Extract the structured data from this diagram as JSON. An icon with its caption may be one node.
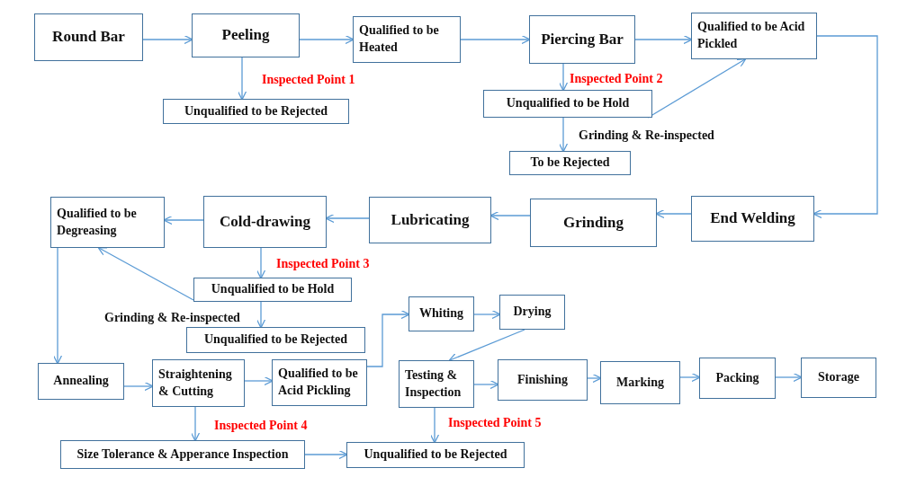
{
  "diagram": {
    "nodes": [
      {
        "text": [
          "Round Bar"
        ]
      },
      {
        "text": [
          "Peeling"
        ]
      },
      {
        "text": [
          "Qualified to be Heated"
        ]
      },
      {
        "text": [
          "Piercing Bar"
        ]
      },
      {
        "text": [
          "Qualified to be Acid Pickled"
        ]
      },
      {
        "text": [
          "Unqualified to be Rejected"
        ]
      },
      {
        "text": [
          "Unqualified to be Hold"
        ]
      },
      {
        "text": [
          "To be Rejected"
        ]
      },
      {
        "text": [
          "End Welding"
        ]
      },
      {
        "text": [
          "Grinding"
        ]
      },
      {
        "text": [
          "Lubricating"
        ]
      },
      {
        "text": [
          "Cold-drawing"
        ]
      },
      {
        "text": [
          "Qualified to be Degreasing"
        ]
      },
      {
        "text": [
          "Unqualified to be Hold"
        ]
      },
      {
        "text": [
          "Unqualified to be Rejected"
        ]
      },
      {
        "text": [
          "Annealing"
        ]
      },
      {
        "text": [
          "Straightening & Cutting"
        ]
      },
      {
        "text": [
          "Qualified to be Acid Pickling"
        ]
      },
      {
        "text": [
          "Whiting"
        ]
      },
      {
        "text": [
          "Drying"
        ]
      },
      {
        "text": [
          "Testing & Inspection"
        ]
      },
      {
        "text": [
          "Finishing"
        ]
      },
      {
        "text": [
          "Marking"
        ]
      },
      {
        "text": [
          "Packing"
        ]
      },
      {
        "text": [
          "Storage"
        ]
      },
      {
        "text": [
          "Size Tolerance & Apperance Inspection"
        ]
      },
      {
        "text": [
          "Unqualified to be Rejected"
        ]
      }
    ],
    "edges": [
      {
        "from": 0,
        "to": 1,
        "arrow": "to"
      },
      {
        "from": 1,
        "to": 2,
        "arrow": "to"
      },
      {
        "from": 2,
        "to": 3,
        "arrow": "to"
      },
      {
        "from": 3,
        "to": 4,
        "arrow": "to"
      },
      {
        "from": 1,
        "to": 5,
        "arrow": "to",
        "label": "Inspected Point 1"
      },
      {
        "from": 3,
        "to": 6,
        "arrow": "to",
        "label": "Inspected Point 2"
      },
      {
        "from": 6,
        "to": 7,
        "arrow": "to"
      },
      {
        "from": 6,
        "to": 4,
        "arrow": "to",
        "label": "Grinding & Re-inspected"
      },
      {
        "from": 4,
        "to": 8,
        "arrow": "to"
      },
      {
        "from": 8,
        "to": 9,
        "arrow": "to"
      },
      {
        "from": 9,
        "to": 10,
        "arrow": "to"
      },
      {
        "from": 10,
        "to": 11,
        "arrow": "to"
      },
      {
        "from": 11,
        "to": 12,
        "arrow": "to"
      },
      {
        "from": 11,
        "to": 13,
        "arrow": "to",
        "label": "Inspected Point 3"
      },
      {
        "from": 13,
        "to": 14,
        "arrow": "to"
      },
      {
        "from": 13,
        "to": 12,
        "arrow": "to",
        "label": "Grinding & Re-inspected"
      },
      {
        "from": 12,
        "to": 15,
        "arrow": "to"
      },
      {
        "from": 15,
        "to": 16,
        "arrow": "to"
      },
      {
        "from": 16,
        "to": 17,
        "arrow": "to"
      },
      {
        "from": 17,
        "to": 18,
        "arrow": "to"
      },
      {
        "from": 18,
        "to": 19,
        "arrow": "to"
      },
      {
        "from": 19,
        "to": 20,
        "arrow": "to"
      },
      {
        "from": 20,
        "to": 21,
        "arrow": "to"
      },
      {
        "from": 21,
        "to": 22,
        "arrow": "to"
      },
      {
        "from": 22,
        "to": 23,
        "arrow": "to"
      },
      {
        "from": 23,
        "to": 24,
        "arrow": "to"
      },
      {
        "from": 16,
        "to": 25,
        "arrow": "to",
        "label": "Inspected Point 4"
      },
      {
        "from": 25,
        "to": 26,
        "arrow": "to"
      },
      {
        "from": 20,
        "to": 26,
        "arrow": "to",
        "label": "Inspected Point 5"
      }
    ]
  }
}
